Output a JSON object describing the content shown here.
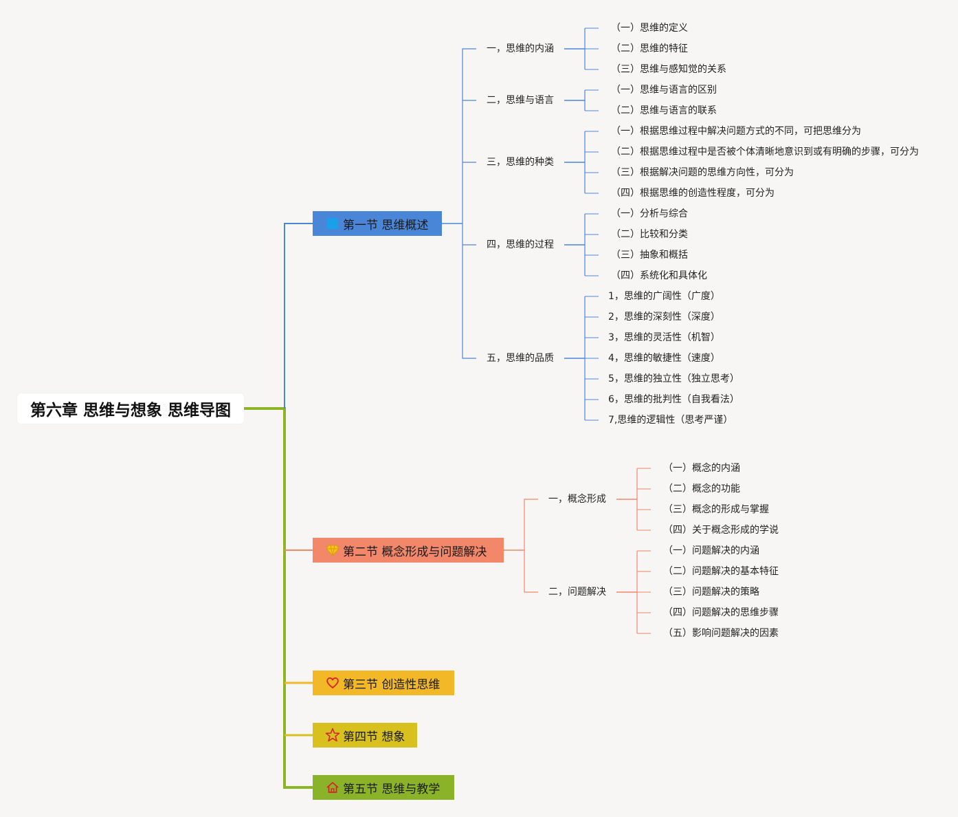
{
  "root": {
    "title": "第六章 思维与想象 思维导图"
  },
  "colors": {
    "root_branch": "#8cb424",
    "sec1": "#4a86d8",
    "sec2": "#f2876a",
    "sec3": "#f2b827",
    "sec4": "#d8c11f",
    "sec5": "#8bb32a"
  },
  "sections": [
    {
      "title": "第一节 思维概述",
      "icon": "square-icon",
      "children": [
        {
          "label": "一，思维的内涵",
          "children": [
            "（一）思维的定义",
            "（二）思维的特征",
            "（三）思维与感知觉的关系"
          ]
        },
        {
          "label": "二，思维与语言",
          "children": [
            "（一）思维与语言的区别",
            "（二）思维与语言的联系"
          ]
        },
        {
          "label": "三，思维的种类",
          "children": [
            "（一）根据思维过程中解决问题方式的不同，可把思维分为",
            "（二）根据思维过程中是否被个体清晰地意识到或有明确的步骤，可分为",
            "（三）根据解决问题的思维方向性，可分为",
            "（四）根据思维的创造性程度，可分为"
          ]
        },
        {
          "label": "四，思维的过程",
          "children": [
            "（一）分析与综合",
            "（二）比较和分类",
            "（三）抽象和概括",
            "（四）系统化和具体化"
          ]
        },
        {
          "label": "五，思维的品质",
          "children": [
            "1，思维的广阔性（广度）",
            "2，思维的深刻性（深度）",
            "3，思维的灵活性（机智）",
            "4，思维的敏捷性（速度）",
            "5，思维的独立性（独立思考）",
            "6，思维的批判性（自我看法）",
            "7,思维的逻辑性（思考严谨）"
          ]
        }
      ]
    },
    {
      "title": "第二节 概念形成与问题解决",
      "icon": "diamond-icon",
      "children": [
        {
          "label": "一，概念形成",
          "children": [
            "（一）概念的内涵",
            "（二）概念的功能",
            "（三）概念的形成与掌握",
            "（四）关于概念形成的学说"
          ]
        },
        {
          "label": "二，问题解决",
          "children": [
            "（一）问题解决的内涵",
            "（二）问题解决的基本特征",
            "（三）问题解决的策略",
            "（四）问题解决的思维步骤",
            "（五）影响问题解决的因素"
          ]
        }
      ]
    },
    {
      "title": "第三节 创造性思维",
      "icon": "heart-icon",
      "children": []
    },
    {
      "title": "第四节 想象",
      "icon": "star-icon",
      "children": []
    },
    {
      "title": "第五节 思维与教学",
      "icon": "home-icon",
      "children": []
    }
  ]
}
